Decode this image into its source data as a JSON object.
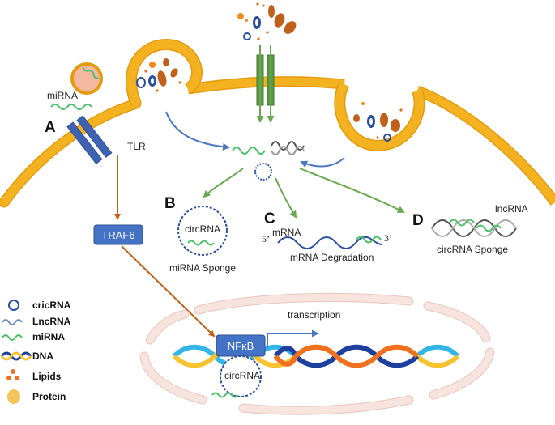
{
  "labels": {
    "mirna": "miRNA",
    "tlr": "TLR",
    "traf6": "TRAF6",
    "nfkb": "NFκB",
    "transcription": "transcription",
    "circrna_center": "circRNA",
    "mirna_sponge_title": "miRNA Sponge",
    "mrna": "mRNA",
    "five_prime": "5’",
    "three_prime": "3’",
    "mrna_degradation": "mRNA Degradation",
    "lncrna": "lncRNA",
    "circrna_sponge_title": "circRNA Sponge",
    "circrna_nucleus": "circRNA"
  },
  "panels": {
    "A": "A",
    "B": "B",
    "C": "C",
    "D": "D"
  },
  "legend": [
    {
      "label": "cricRNA",
      "icon": "circrna-icon"
    },
    {
      "label": "LncRNA",
      "icon": "lncrna-icon"
    },
    {
      "label": "miRNA",
      "icon": "mirna-icon"
    },
    {
      "label": "DNA",
      "icon": "dna-icon"
    },
    {
      "label": "Lipids",
      "icon": "lipids-icon"
    },
    {
      "label": "Protein",
      "icon": "protein-icon"
    }
  ],
  "colors": {
    "membrane": "#f4b220",
    "membrane_edge": "#e39b10",
    "receptor_blue": "#3f63b0",
    "receptor_green": "#5a9a45",
    "arrow_orange": "#c0601a",
    "arrow_blue": "#4a78c0",
    "arrow_green": "#6aa84f",
    "mirna_green": "#4cc06a",
    "box_blue": "#4472c4",
    "dna_blue": "#1f3f9f",
    "dna_orange": "#f07020",
    "dna_yellow": "#f7c331",
    "dna_cyan": "#33b5e8",
    "nucleus_fill": "#f8e4de"
  }
}
